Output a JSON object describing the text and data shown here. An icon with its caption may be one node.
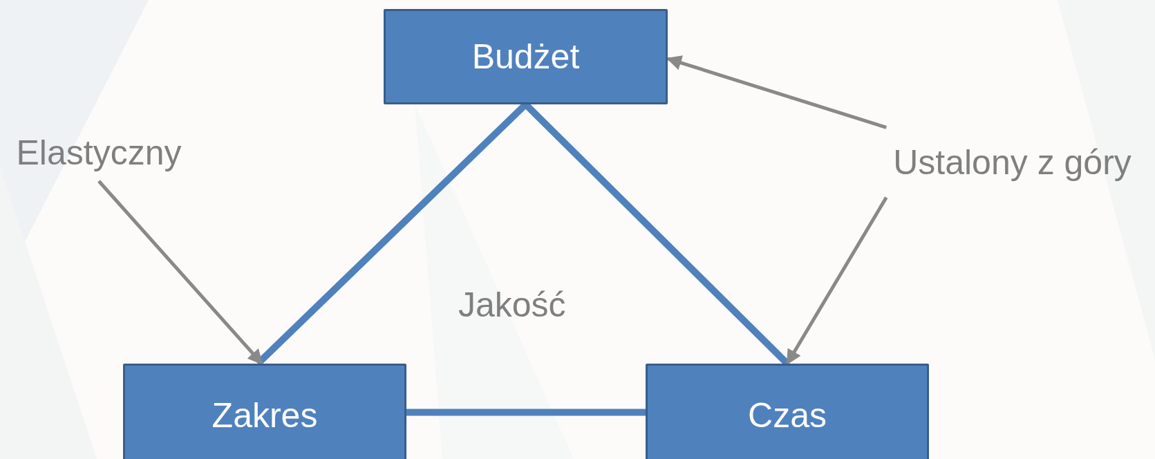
{
  "diagram": {
    "nodes": [
      {
        "text": [
          "Budżet"
        ]
      },
      {
        "text": [
          "Elastyczny"
        ]
      },
      {
        "text": [
          "Ustalony z góry"
        ]
      },
      {
        "text": [
          "Zakres"
        ]
      },
      {
        "text": [
          "Czas"
        ]
      }
    ],
    "edges": [
      {
        "from": 0,
        "to": 3,
        "arrow": "none",
        "style": "thick",
        "color": "#4f81bd"
      },
      {
        "from": 0,
        "to": 4,
        "arrow": "none",
        "style": "thick",
        "color": "#4f81bd"
      },
      {
        "from": 3,
        "to": 4,
        "arrow": "none",
        "style": "thick",
        "color": "#4f81bd"
      },
      {
        "from": 1,
        "to": 3,
        "arrow": "to"
      },
      {
        "from": 2,
        "to": 0,
        "arrow": "to"
      },
      {
        "from": 2,
        "to": 4,
        "arrow": "to"
      }
    ],
    "labels": [
      "Jakość"
    ]
  }
}
